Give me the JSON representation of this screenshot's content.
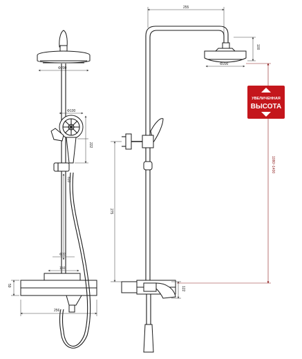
{
  "dimensions": {
    "top_width": "255",
    "rain_head_height": "100",
    "rain_head_diameter_front": "Φ200",
    "rain_head_diameter_side": "Φ200",
    "hand_shower_diameter": "Φ100",
    "hand_shower_height": "222",
    "slide_bar_length": "810",
    "lower_pipe_length": "275",
    "mixer_connection": "122",
    "mixer_height": "59",
    "spout_width": "150",
    "mixer_width": "256",
    "holder_diameter": "Φ33",
    "total_height": "1080~1400"
  },
  "badge": {
    "line1": "УВЕЛИЧЕННАЯ",
    "line2": "ВЫСОТА",
    "color": "#c4161c"
  }
}
